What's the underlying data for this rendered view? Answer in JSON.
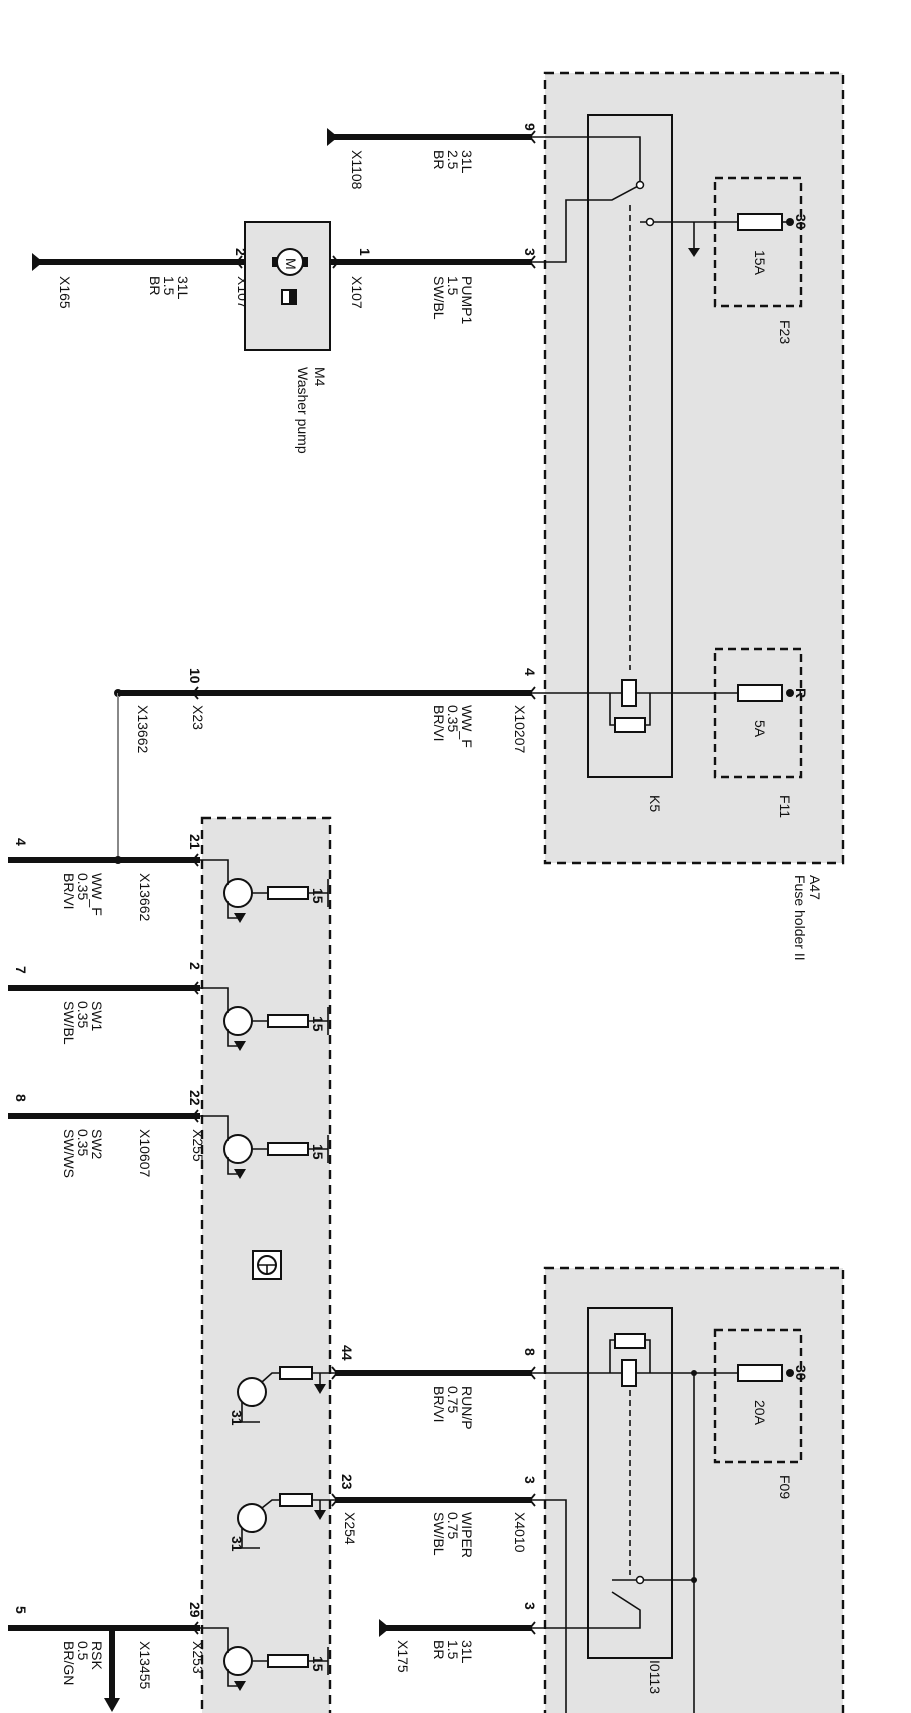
{
  "modules": {
    "a47": {
      "id": "A47",
      "name": "Fuse holder II"
    },
    "k5": {
      "id": "K5"
    },
    "f23": {
      "id": "F23",
      "rating": "15A",
      "terminal": "30"
    },
    "f11": {
      "id": "F11",
      "rating": "5A",
      "terminal": "R"
    },
    "f09": {
      "id": "F09",
      "rating": "20A",
      "terminal": "30"
    },
    "lower_relay": {
      "id": "I0113"
    },
    "m4": {
      "id": "M4",
      "name": "Washer pump",
      "motor_symbol": "M"
    }
  },
  "wires": [
    {
      "pin": "9",
      "name": "31L",
      "gauge": "2.5",
      "color": "BR",
      "connector": "X1108"
    },
    {
      "pin": "3",
      "name": "PUMP1",
      "gauge": "1.5",
      "color": "SW/BL",
      "connector": "X107",
      "pump_pin": "1"
    },
    {
      "pin": "2",
      "name": "31L",
      "gauge": "1.5",
      "color": "BR",
      "connector": "X107",
      "ground": "X165"
    },
    {
      "pin": "4",
      "name": "WW_F",
      "gauge": "0.35",
      "color": "BR/VI",
      "connector": "X10207",
      "far_pin": "10",
      "far_connector": "X23",
      "splice": "X13662"
    },
    {
      "pin": "21",
      "name": "WW_F",
      "gauge": "0.35",
      "color": "BR/VI",
      "connector": "X13662",
      "left_pin": "4"
    },
    {
      "pin": "2",
      "name": "SW1",
      "gauge": "0.35",
      "color": "SW/BL",
      "connector": "",
      "left_pin": "7"
    },
    {
      "pin": "22",
      "name": "SW2",
      "gauge": "0.35",
      "color": "SW/WS",
      "connector": "X255",
      "left_pin": "8",
      "left_connector": "X10607"
    },
    {
      "pin": "44",
      "name": "RUN/P",
      "gauge": "0.75",
      "color": "BR/VI",
      "connector": "",
      "relay_pin": "8"
    },
    {
      "pin": "23",
      "name": "WIPER",
      "gauge": "0.75",
      "color": "SW/BL",
      "connector": "X254",
      "relay_pin": "3",
      "relay_connector": "X4010"
    },
    {
      "pin": "29",
      "name": "RSK",
      "gauge": "0.5",
      "color": "BR/GN",
      "connector": "X253",
      "left_pin": "5",
      "splice": "X13455"
    },
    {
      "pin": "3",
      "name": "31L",
      "gauge": "1.5",
      "color": "BR",
      "connector": "X175"
    }
  ],
  "transistor_supply": "15",
  "transistor_ground": "31"
}
